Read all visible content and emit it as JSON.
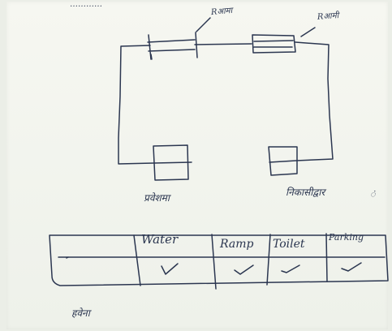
{
  "labels": {
    "top_left_note": "…………",
    "ramp_label_left": "Rआमा",
    "ramp_label_right": "Rआमी",
    "entrance_label": "प्रवेशमा",
    "exit_label": "निकासीद्वार",
    "right_symbol": "ं",
    "bottom_note": "हवेना"
  },
  "table": {
    "headers": [
      "Water",
      "Ramp",
      "Toilet",
      "Parking"
    ],
    "marks": [
      "✓",
      "✓",
      "✓",
      "✓"
    ]
  },
  "colors": {
    "ink": "#2b3650",
    "paper": "#f4f5ef"
  }
}
